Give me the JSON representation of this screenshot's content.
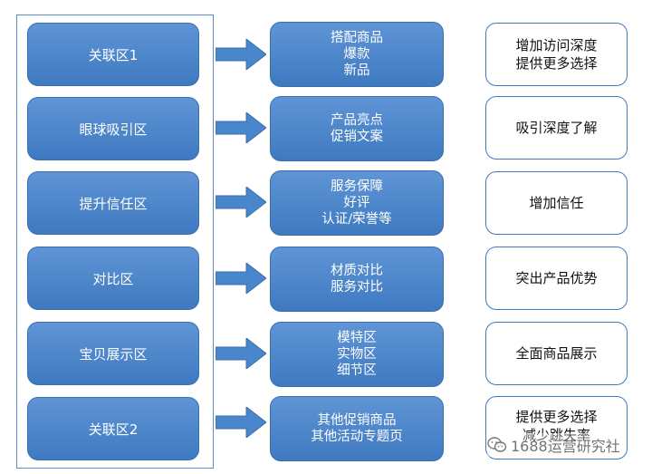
{
  "rows": [
    {
      "zone": "关联区1",
      "content": [
        "搭配商品",
        "爆款",
        "新品"
      ],
      "effect": [
        "增加访问深度",
        "提供更多选择"
      ]
    },
    {
      "zone": "眼球吸引区",
      "content": [
        "产品亮点",
        "促销文案"
      ],
      "effect": [
        "吸引深度了解"
      ]
    },
    {
      "zone": "提升信任区",
      "content": [
        "服务保障",
        "好评",
        "认证/荣誉等"
      ],
      "effect": [
        "增加信任"
      ]
    },
    {
      "zone": "对比区",
      "content": [
        "材质对比",
        "服务对比"
      ],
      "effect": [
        "突出产品优势"
      ]
    },
    {
      "zone": "宝贝展示区",
      "content": [
        "模特区",
        "实物区",
        "细节区"
      ],
      "effect": [
        "全面商品展示"
      ]
    },
    {
      "zone": "关联区2",
      "content": [
        "其他促销商品",
        "其他活动专题页"
      ],
      "effect": [
        "提供更多选择",
        "减少跳失率"
      ]
    }
  ],
  "watermark": {
    "text": "1688运营研究社",
    "icon": "wechat-icon"
  },
  "colors": {
    "box": "#4a86cc",
    "border": "#3a6fae",
    "arrow": "#4a86cc"
  }
}
